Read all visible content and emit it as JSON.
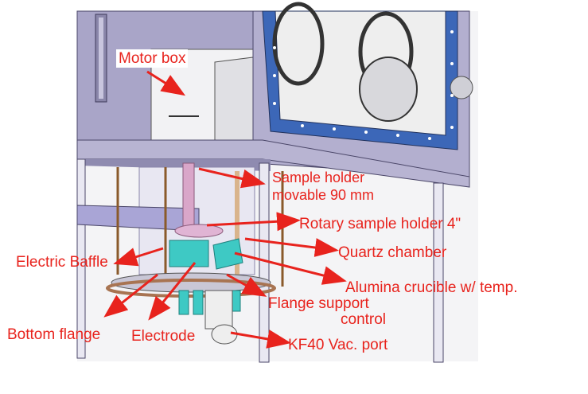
{
  "labels": {
    "motor_box": "Motor box",
    "sample_holder_line1": "Sample holder",
    "sample_holder_line2": "movable 90 mm",
    "rotary_sample_holder": "Rotary sample holder 4\"",
    "quartz_chamber": "Quartz chamber",
    "electric_baffle": "Electric Baffle",
    "alumina_crucible_line1": "Alumina crucible w/ temp.",
    "alumina_crucible_line2": "control",
    "flange_support": "Flange support",
    "bottom_flange": "Bottom flange",
    "electrode": "Electrode",
    "kf40_port": "KF40 Vac. port"
  },
  "colors": {
    "annotation": "#e8231d",
    "frame": "#a8a4c6",
    "frame_dark": "#6f6a94",
    "glovebox_window": "#3c67b8",
    "quartz": "#e6e4f2",
    "sample_holder_rod": "#d9a6c9",
    "crucible": "#3ec9c4",
    "flange": "#a87452"
  }
}
